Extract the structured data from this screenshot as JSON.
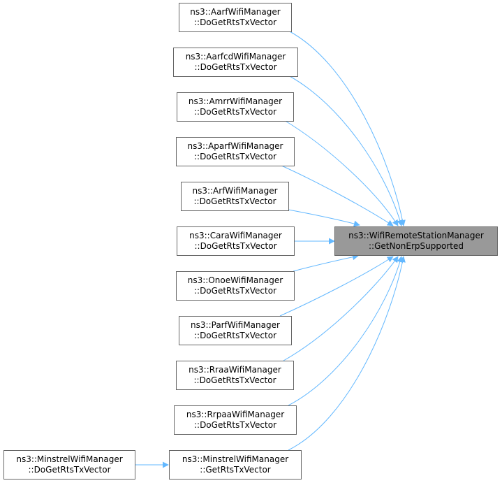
{
  "target": {
    "line1": "ns3::WifiRemoteStationManager",
    "line2": "::GetNonErpSupported"
  },
  "callers": [
    {
      "line1": "ns3::AarfWifiManager",
      "line2": "::DoGetRtsTxVector"
    },
    {
      "line1": "ns3::AarfcdWifiManager",
      "line2": "::DoGetRtsTxVector"
    },
    {
      "line1": "ns3::AmrrWifiManager",
      "line2": "::DoGetRtsTxVector"
    },
    {
      "line1": "ns3::AparfWifiManager",
      "line2": "::DoGetRtsTxVector"
    },
    {
      "line1": "ns3::ArfWifiManager",
      "line2": "::DoGetRtsTxVector"
    },
    {
      "line1": "ns3::CaraWifiManager",
      "line2": "::DoGetRtsTxVector"
    },
    {
      "line1": "ns3::OnoeWifiManager",
      "line2": "::DoGetRtsTxVector"
    },
    {
      "line1": "ns3::ParfWifiManager",
      "line2": "::DoGetRtsTxVector"
    },
    {
      "line1": "ns3::RraaWifiManager",
      "line2": "::DoGetRtsTxVector"
    },
    {
      "line1": "ns3::RrpaaWifiManager",
      "line2": "::DoGetRtsTxVector"
    },
    {
      "line1": "ns3::MinstrelWifiManager",
      "line2": "::GetRtsTxVector"
    }
  ],
  "second_level_caller": {
    "line1": "ns3::MinstrelWifiManager",
    "line2": "::DoGetRtsTxVector"
  },
  "colors": {
    "edge": "#63b8ff",
    "target_fill": "#999999",
    "node_border": "#666666"
  }
}
